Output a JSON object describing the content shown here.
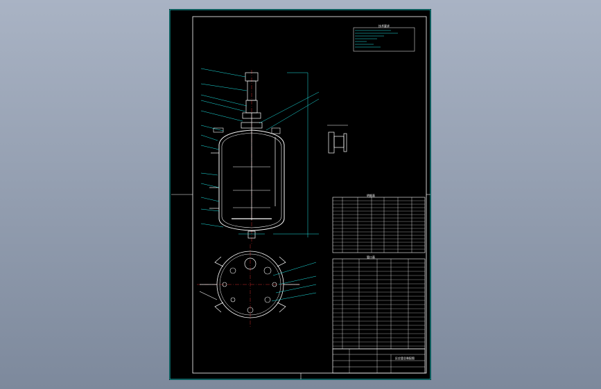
{
  "drawing": {
    "title_block": {
      "drawing_name": "反应釜总装配图"
    },
    "tech_requirements_title": "技术要求",
    "parts_table_title": "明细表",
    "nozzle_table_title": "管口表"
  },
  "colors": {
    "background": "#8a96a8",
    "sheet": "#000000",
    "frame": "#1ee8e8",
    "outline": "#ffffff",
    "center_line": "#ff3030"
  }
}
